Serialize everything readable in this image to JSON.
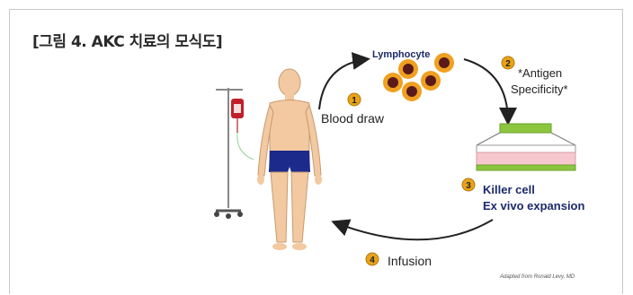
{
  "caption": "[그림 4. AKC 치료의 모식도]",
  "lymphocyte_label": "Lymphocyte",
  "steps": [
    {
      "num": "1",
      "label": "Blood draw"
    },
    {
      "num": "2",
      "label_line1": "*Antigen",
      "label_line2": "Specificity*"
    },
    {
      "num": "3",
      "label_line1": "Killer cell",
      "label_line2": "Ex vivo expansion"
    },
    {
      "num": "4",
      "label": "Infusion"
    }
  ],
  "credit": "Adapted from Ronald Levy, MD",
  "colors": {
    "step_badge": "#e8a317",
    "cell_outer": "#f0a020",
    "cell_nucleus": "#5a1a1a",
    "green_bar": "#8cc63f",
    "pink_block": "#f7c9cf",
    "skin": "#f2c9a0",
    "shorts": "#1c2a8c",
    "arrow": "#222222",
    "title_blue": "#1b2a6b"
  },
  "icons": [
    "iv-drip-stand-icon",
    "human-figure-icon",
    "lymphocyte-cell-icon",
    "culture-dish-icon"
  ]
}
